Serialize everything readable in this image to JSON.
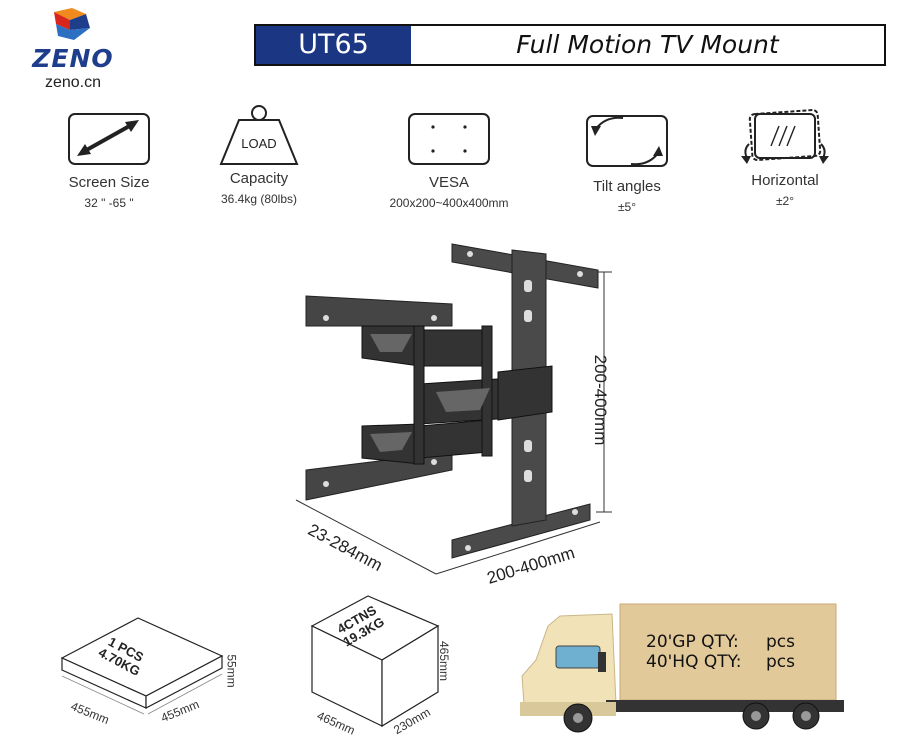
{
  "brand": {
    "wordmark": "ZENO",
    "website": "zeno.cn"
  },
  "header": {
    "model": "UT65",
    "title": "Full Motion TV Mount"
  },
  "specs": [
    {
      "icon": "diagonal-arrow-icon",
      "label": "Screen Size",
      "value": "32 \" -65 \""
    },
    {
      "icon": "weight-icon",
      "icon_text": "LOAD",
      "label": "Capacity",
      "value": "36.4kg (80lbs)"
    },
    {
      "icon": "vesa-icon",
      "label": "VESA",
      "value": "200x200~400x400mm"
    },
    {
      "icon": "tilt-icon",
      "label": "Tilt angles",
      "value": "±5°"
    },
    {
      "icon": "horizontal-rotate-icon",
      "label": "Horizontal",
      "value": "±2°"
    }
  ],
  "product": {
    "dim_vertical": "200-400mm",
    "dim_depth": "23-284mm",
    "dim_width": "200-400mm"
  },
  "packages": {
    "single": {
      "line1": "1 PCS",
      "line2": "4.70KG",
      "length": "455mm",
      "width": "455mm",
      "height": "55mm"
    },
    "carton": {
      "line1": "4CTNS",
      "line2": "19.3KG",
      "length": "465mm",
      "width": "230mm",
      "height": "465mm"
    }
  },
  "shipping": {
    "gp_label": "20'GP QTY:",
    "gp_unit": "pcs",
    "hq_label": "40'HQ QTY:",
    "hq_unit": "pcs"
  },
  "colors": {
    "brand_blue": "#1b3683",
    "box_tan": "#e2c99a",
    "truck_cab": "#f2e2b8",
    "frame_dark": "#3a3a3a"
  }
}
